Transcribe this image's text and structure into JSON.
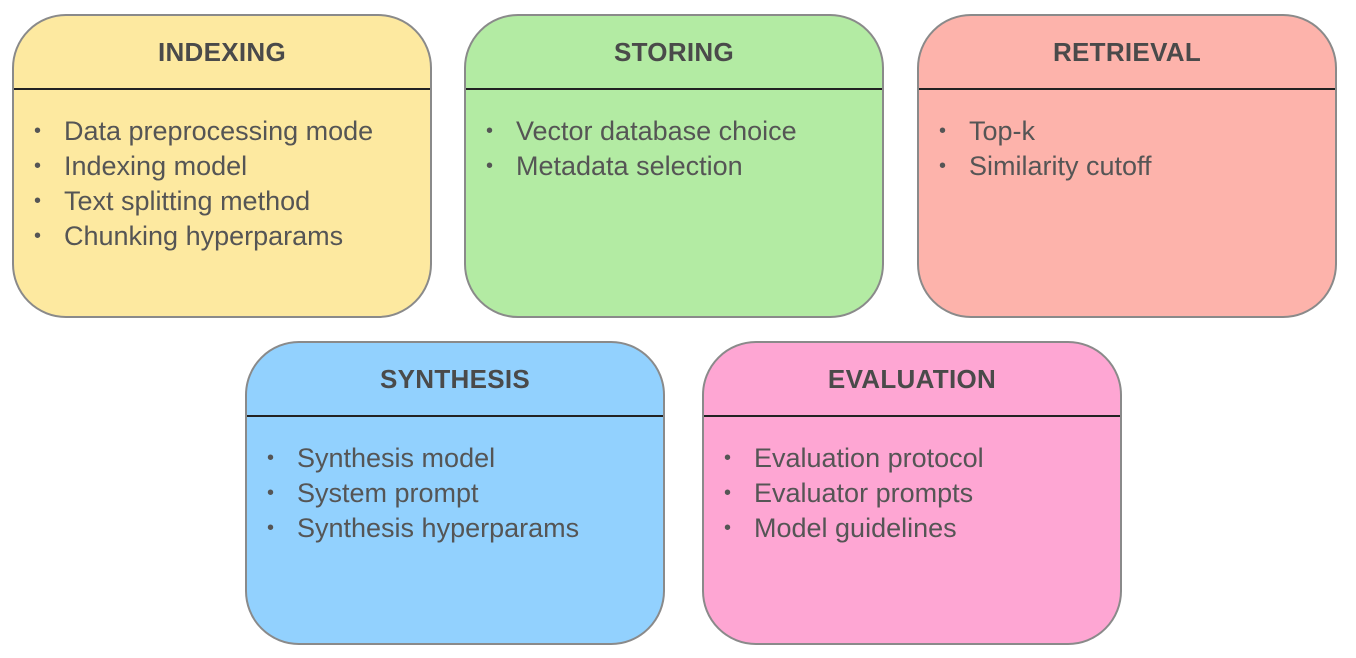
{
  "cards": [
    {
      "id": "indexing",
      "title": "INDEXING",
      "color": "#fde9a0",
      "items": [
        "Data preprocessing mode",
        "Indexing model",
        "Text splitting method",
        "Chunking hyperparams"
      ]
    },
    {
      "id": "storing",
      "title": "STORING",
      "color": "#b3eba3",
      "items": [
        "Vector database choice",
        "Metadata selection"
      ]
    },
    {
      "id": "retrieval",
      "title": "RETRIEVAL",
      "color": "#fdb3ab",
      "items": [
        "Top-k",
        "Similarity cutoff"
      ]
    },
    {
      "id": "synthesis",
      "title": "SYNTHESIS",
      "color": "#92d1fe",
      "items": [
        "Synthesis model",
        "System prompt",
        "Synthesis hyperparams"
      ]
    },
    {
      "id": "evaluation",
      "title": "EVALUATION",
      "color": "#fea6d3",
      "items": [
        "Evaluation protocol",
        "Evaluator prompts",
        "Model guidelines"
      ]
    }
  ],
  "bullet_glyph": "•"
}
